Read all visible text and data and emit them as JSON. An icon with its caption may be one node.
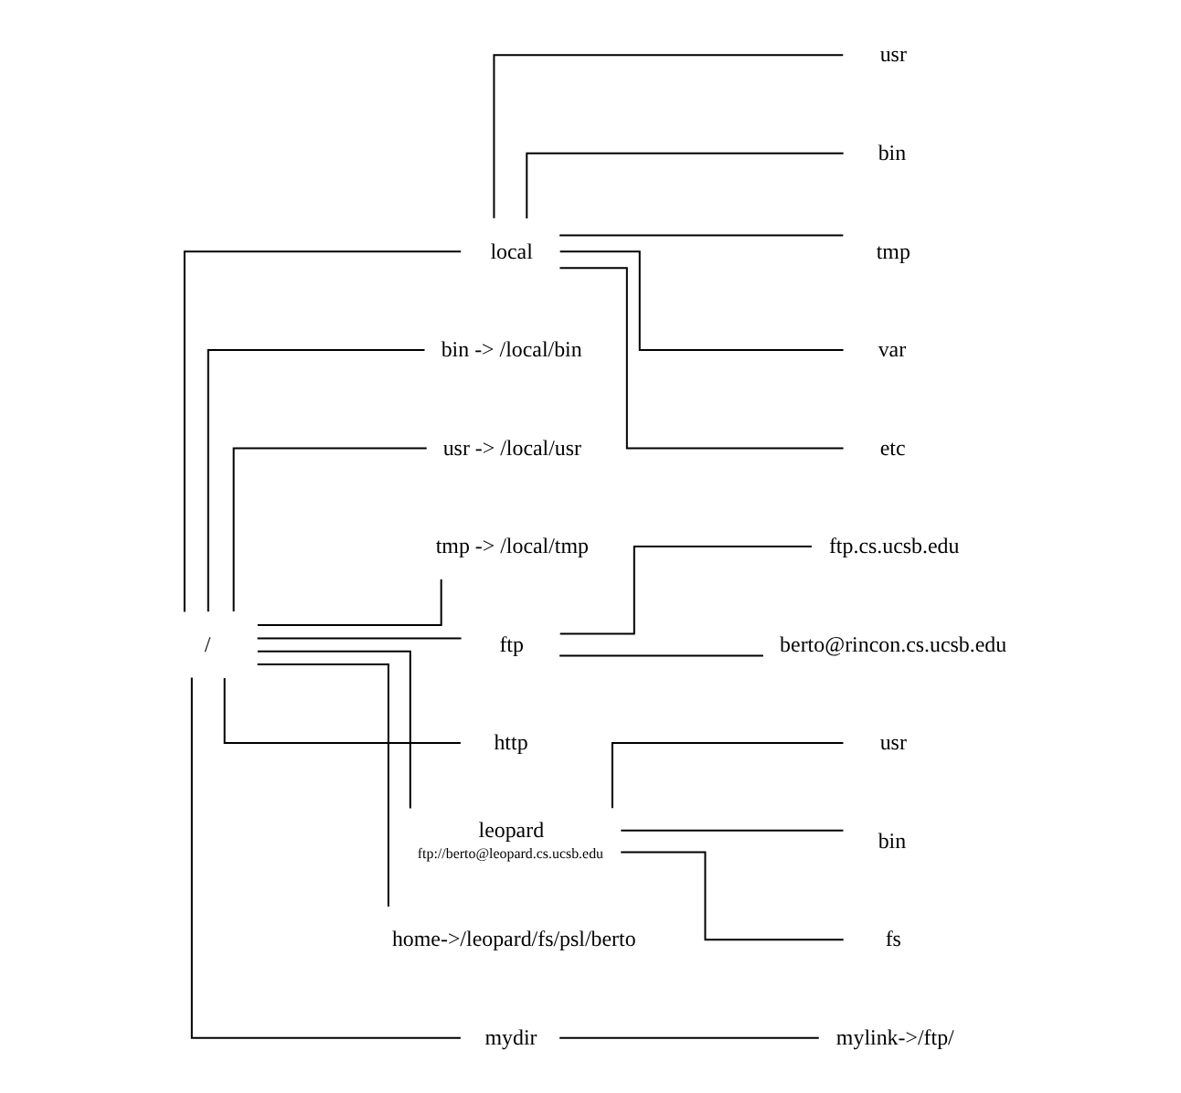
{
  "diagram": {
    "nodes": [
      {
        "text": [
          "/"
        ]
      },
      {
        "text": [
          "local"
        ]
      },
      {
        "text": [
          "bin -> /local/bin"
        ]
      },
      {
        "text": [
          "usr -> /local/usr"
        ]
      },
      {
        "text": [
          "tmp -> /local/tmp"
        ]
      },
      {
        "text": [
          "ftp"
        ]
      },
      {
        "text": [
          "http"
        ]
      },
      {
        "text": [
          "leopard"
        ],
        "beside": [
          "ftp://berto@leopard.cs.ucsb.edu"
        ]
      },
      {
        "text": [
          "home->/leopard/fs/psl/berto"
        ]
      },
      {
        "text": [
          "mydir"
        ]
      },
      {
        "text": [
          "usr"
        ]
      },
      {
        "text": [
          "bin"
        ]
      },
      {
        "text": [
          "tmp"
        ]
      },
      {
        "text": [
          "var"
        ]
      },
      {
        "text": [
          "etc"
        ]
      },
      {
        "text": [
          "ftp.cs.ucsb.edu"
        ]
      },
      {
        "text": [
          "berto@rincon.cs.ucsb.edu"
        ]
      },
      {
        "text": [
          "usr"
        ]
      },
      {
        "text": [
          "bin"
        ]
      },
      {
        "text": [
          "fs"
        ]
      },
      {
        "text": [
          "mylink->/ftp/"
        ]
      }
    ],
    "edges": [
      {
        "from": 0,
        "to": 1,
        "arrow": "none"
      },
      {
        "from": 0,
        "to": 2,
        "arrow": "none"
      },
      {
        "from": 0,
        "to": 3,
        "arrow": "none"
      },
      {
        "from": 0,
        "to": 4,
        "arrow": "none"
      },
      {
        "from": 0,
        "to": 5,
        "arrow": "none"
      },
      {
        "from": 0,
        "to": 6,
        "arrow": "none"
      },
      {
        "from": 0,
        "to": 7,
        "arrow": "none"
      },
      {
        "from": 0,
        "to": 8,
        "arrow": "none"
      },
      {
        "from": 0,
        "to": 9,
        "arrow": "none"
      },
      {
        "from": 1,
        "to": 10,
        "arrow": "none"
      },
      {
        "from": 1,
        "to": 11,
        "arrow": "none"
      },
      {
        "from": 1,
        "to": 12,
        "arrow": "none"
      },
      {
        "from": 1,
        "to": 13,
        "arrow": "none"
      },
      {
        "from": 1,
        "to": 14,
        "arrow": "none"
      },
      {
        "from": 5,
        "to": 15,
        "arrow": "none"
      },
      {
        "from": 5,
        "to": 16,
        "arrow": "none"
      },
      {
        "from": 7,
        "to": 17,
        "arrow": "none"
      },
      {
        "from": 7,
        "to": 18,
        "arrow": "none"
      },
      {
        "from": 7,
        "to": 19,
        "arrow": "none"
      },
      {
        "from": 9,
        "to": 20,
        "arrow": "none"
      }
    ]
  }
}
